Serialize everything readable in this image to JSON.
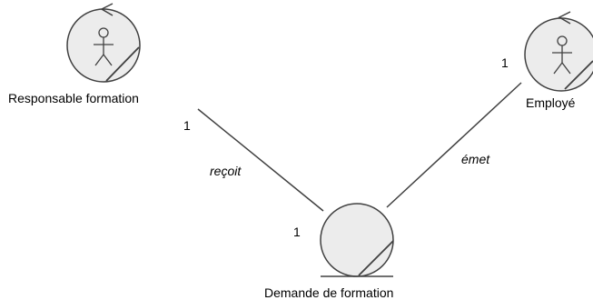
{
  "diagram": {
    "nodes": {
      "responsable": {
        "label": "Responsable formation",
        "stereotype": "business-worker"
      },
      "employe": {
        "label": "Employé",
        "stereotype": "business-worker"
      },
      "demande": {
        "label": "Demande de formation",
        "stereotype": "business-entity"
      }
    },
    "associations": {
      "recoit": {
        "label": "reçoit",
        "from": "Responsable formation",
        "to": "Demande de formation",
        "mult_from": "1",
        "mult_to": "1"
      },
      "emet": {
        "label": "émet",
        "from": "Employé",
        "to": "Demande de formation",
        "mult_from": "1"
      }
    },
    "colors": {
      "node_fill": "#ececec",
      "stroke": "#404040",
      "text": "#000000"
    }
  }
}
